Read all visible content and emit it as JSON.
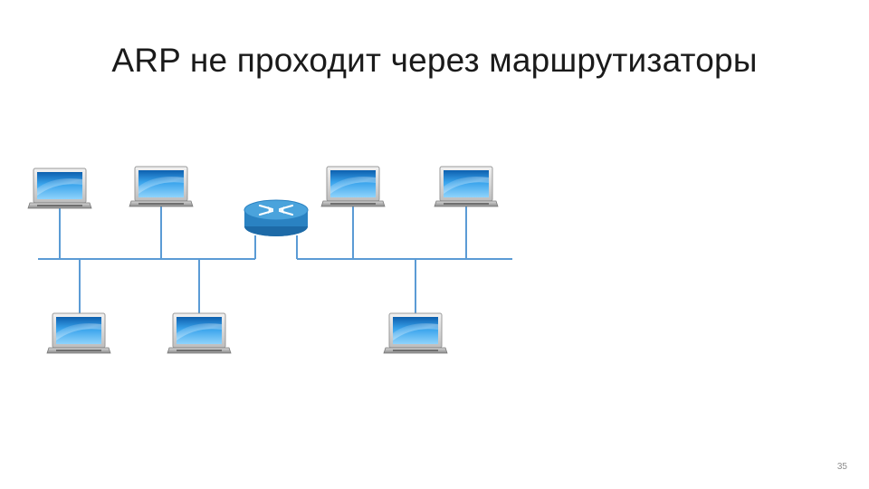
{
  "slide": {
    "title": "ARP не проходит через маршрутизаторы",
    "page_number": "35"
  },
  "diagram": {
    "nodes": [
      {
        "id": "pc-top-1",
        "type": "laptop",
        "segment": "left"
      },
      {
        "id": "pc-top-2",
        "type": "laptop",
        "segment": "left"
      },
      {
        "id": "pc-bottom-1",
        "type": "laptop",
        "segment": "left"
      },
      {
        "id": "pc-bottom-2",
        "type": "laptop",
        "segment": "left"
      },
      {
        "id": "router",
        "type": "router",
        "segment": "both"
      },
      {
        "id": "pc-top-3",
        "type": "laptop",
        "segment": "right"
      },
      {
        "id": "pc-top-4",
        "type": "laptop",
        "segment": "right"
      },
      {
        "id": "pc-bottom-3",
        "type": "laptop",
        "segment": "right"
      }
    ],
    "colors": {
      "link": "#5b9bd5",
      "screen": "#2f8fd8",
      "router": "#2f86c5"
    }
  }
}
